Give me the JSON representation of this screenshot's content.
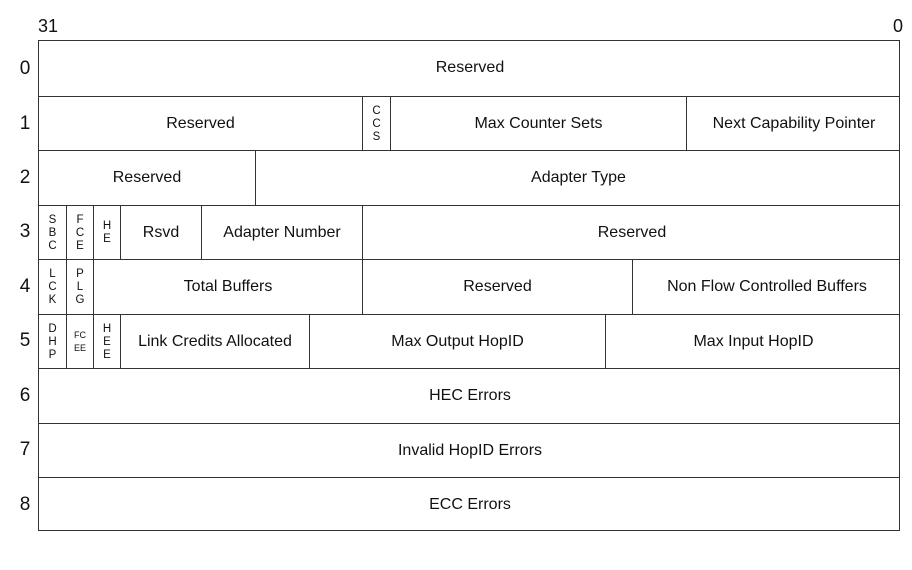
{
  "bit_labels": {
    "high": "31",
    "low": "0"
  },
  "rows": [
    {
      "index": "0",
      "fields": [
        {
          "label": "Reserved"
        }
      ]
    },
    {
      "index": "1",
      "fields": [
        {
          "label": "Reserved"
        },
        {
          "label": "CCS",
          "vertical": true
        },
        {
          "label": "Max Counter Sets"
        },
        {
          "label": "Next Capability Pointer"
        }
      ]
    },
    {
      "index": "2",
      "fields": [
        {
          "label": "Reserved"
        },
        {
          "label": "Adapter Type"
        }
      ]
    },
    {
      "index": "3",
      "fields": [
        {
          "label": "SBC",
          "vertical": true
        },
        {
          "label": "FCE",
          "vertical": true
        },
        {
          "label": "HE",
          "vertical": true
        },
        {
          "label": "Rsvd"
        },
        {
          "label": "Adapter Number"
        },
        {
          "label": "Reserved"
        }
      ]
    },
    {
      "index": "4",
      "fields": [
        {
          "label": "LCK",
          "vertical": true
        },
        {
          "label": "PLG",
          "vertical": true
        },
        {
          "label": "Total Buffers"
        },
        {
          "label": "Reserved"
        },
        {
          "label": "Non Flow Controlled Buffers"
        }
      ]
    },
    {
      "index": "5",
      "fields": [
        {
          "label": "DHP",
          "vertical": true
        },
        {
          "label": "FC EE",
          "vertical": true,
          "tiny": true
        },
        {
          "label": "HEE",
          "vertical": true
        },
        {
          "label": "Link Credits Allocated"
        },
        {
          "label": "Max Output HopID"
        },
        {
          "label": "Max Input HopID"
        }
      ]
    },
    {
      "index": "6",
      "fields": [
        {
          "label": "HEC Errors"
        }
      ]
    },
    {
      "index": "7",
      "fields": [
        {
          "label": "Invalid HopID Errors"
        }
      ]
    },
    {
      "index": "8",
      "fields": [
        {
          "label": "ECC Errors"
        }
      ]
    }
  ]
}
